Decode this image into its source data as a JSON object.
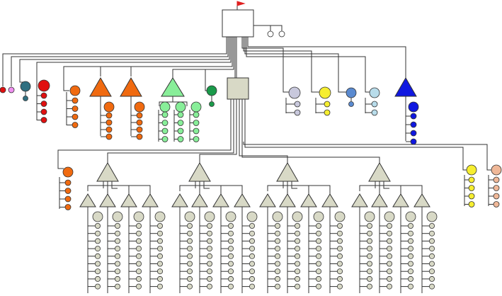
{
  "diagram": {
    "kind": "organization-chart",
    "colors": {
      "line": "#333333",
      "box_fill": "#ffffff",
      "box_stroke": "#333333",
      "flag": "#e02020",
      "beige": "#d8d9c6",
      "red": "#e01010",
      "orange": "#f06a10",
      "light_orange": "#f48a4a",
      "pink": "#f090f0",
      "teal": "#2f6f80",
      "green": "#1a9a4a",
      "light_green": "#88ee99",
      "lavender": "#c8c8dc",
      "yellow": "#f6ee30",
      "steel_blue": "#5a8ad0",
      "light_cyan": "#b8dcea",
      "blue": "#1018e0",
      "peach": "#f0b898"
    },
    "node_types": [
      "box",
      "flag",
      "triangle",
      "circle",
      "bullet"
    ]
  }
}
